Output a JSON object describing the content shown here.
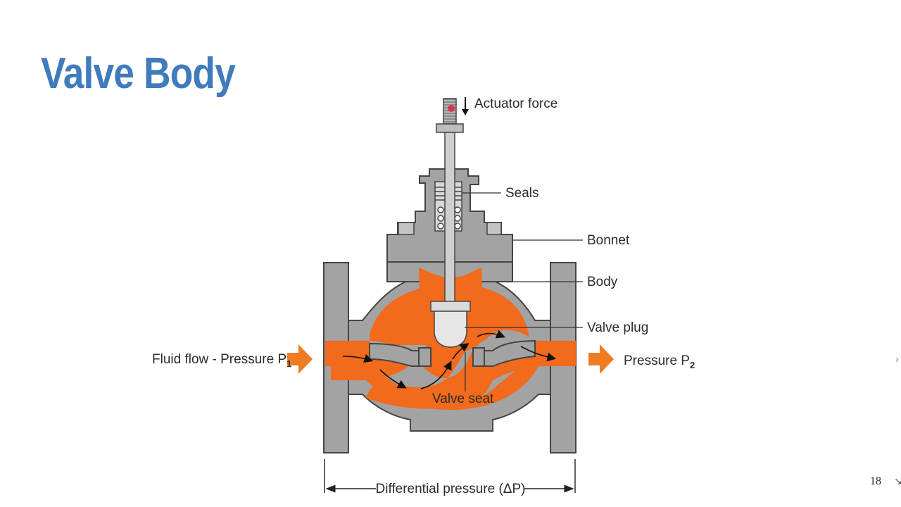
{
  "slide": {
    "title": "Valve Body",
    "page_number": "18"
  },
  "diagram": {
    "labels": {
      "actuator_force": "Actuator force",
      "seals": "Seals",
      "bonnet": "Bonnet",
      "body": "Body",
      "valve_plug": "Valve plug",
      "valve_seat": "Valve seat",
      "inlet_prefix": "Fluid flow - Pressure P",
      "inlet_subscript": "1",
      "outlet_prefix": "Pressure P",
      "outlet_subscript": "2",
      "differential": "Differential pressure (ΔP)"
    },
    "colors": {
      "metal": "#a3a3a3",
      "metal_dark": "#444444",
      "fluid": "#f26a1b",
      "arrow": "#f07c21",
      "title": "#3f7bbd"
    },
    "icons": {
      "inlet_arrow": "arrow-right-icon",
      "outlet_arrow": "arrow-right-icon",
      "force_arrow": "arrow-down-icon"
    }
  }
}
